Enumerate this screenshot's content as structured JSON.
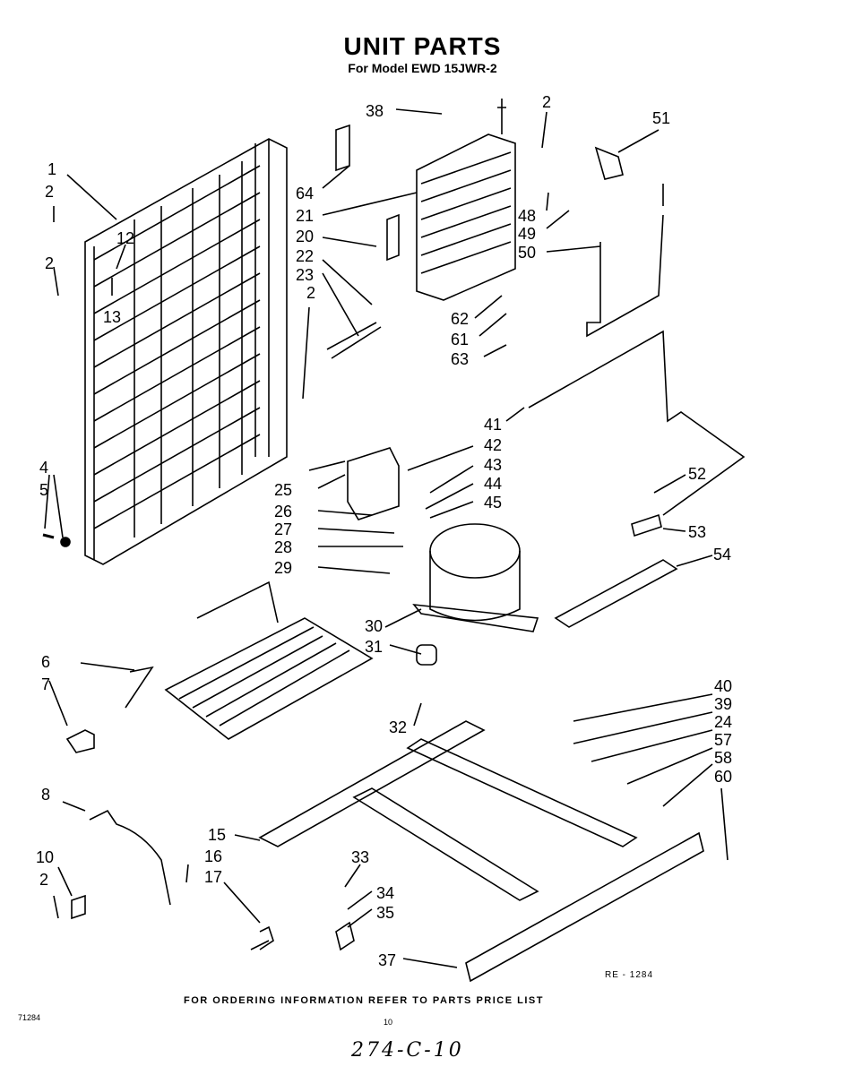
{
  "header": {
    "title": "UNIT PARTS",
    "subtitle": "For Model EWD 15JWR-2"
  },
  "footer": {
    "ordering_note": "FOR ORDERING INFORMATION REFER TO PARTS PRICE LIST",
    "doc_code": "71284",
    "page_number": "10",
    "revision": "RE - 1284",
    "handwritten": "274-C-10"
  },
  "callouts": [
    "1",
    "2",
    "2",
    "12",
    "13",
    "4",
    "5",
    "6",
    "7",
    "8",
    "10",
    "2",
    "16",
    "17",
    "15",
    "33",
    "34",
    "35",
    "37",
    "64",
    "21",
    "20",
    "22",
    "23",
    "2",
    "38",
    "2",
    "51",
    "48",
    "49",
    "50",
    "62",
    "61",
    "63",
    "41",
    "42",
    "43",
    "44",
    "45",
    "25",
    "26",
    "27",
    "28",
    "29",
    "30",
    "31",
    "32",
    "52",
    "53",
    "54",
    "40",
    "39",
    "24",
    "57",
    "58",
    "60"
  ]
}
